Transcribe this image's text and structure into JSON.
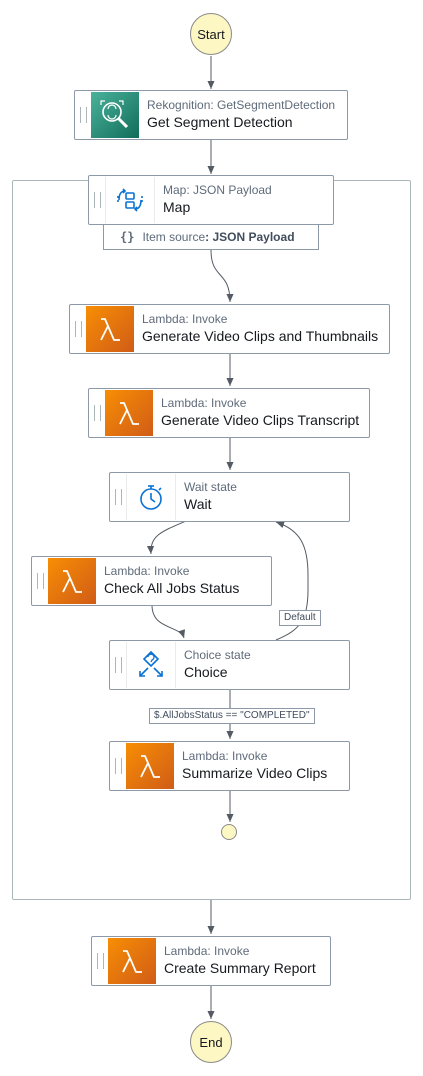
{
  "start_label": "Start",
  "end_label": "End",
  "nodes": {
    "segment": {
      "subtitle": "Rekognition: GetSegmentDetection",
      "title": "Get Segment Detection",
      "icon": "rekognition-icon"
    },
    "map": {
      "subtitle": "Map: JSON Payload",
      "title": "Map",
      "icon": "map-state-icon"
    },
    "item_source": {
      "prefix": "Item source",
      "value": ": JSON Payload",
      "icon": "json-braces-icon"
    },
    "gen_clips": {
      "subtitle": "Lambda: Invoke",
      "title": "Generate Video Clips and Thumbnails",
      "icon": "lambda-icon"
    },
    "gen_transcript": {
      "subtitle": "Lambda: Invoke",
      "title": "Generate Video Clips Transcript",
      "icon": "lambda-icon"
    },
    "wait": {
      "subtitle": "Wait state",
      "title": "Wait",
      "icon": "stopwatch-icon"
    },
    "check_jobs": {
      "subtitle": "Lambda: Invoke",
      "title": "Check All Jobs Status",
      "icon": "lambda-icon"
    },
    "choice": {
      "subtitle": "Choice state",
      "title": "Choice",
      "icon": "choice-icon"
    },
    "summarize": {
      "subtitle": "Lambda: Invoke",
      "title": "Summarize Video Clips",
      "icon": "lambda-icon"
    },
    "summary_report": {
      "subtitle": "Lambda: Invoke",
      "title": "Create Summary Report",
      "icon": "lambda-icon"
    }
  },
  "edge_labels": {
    "default": "Default",
    "completed": "$.AllJobsStatus == \"COMPLETED\""
  },
  "colors": {
    "lambda_gradient": [
      "#f78e04",
      "#d05c17"
    ],
    "rekognition_gradient": [
      "#4ab29a",
      "#116d5b"
    ],
    "terminal_fill": "#fdf7c3",
    "flow_icon": "#0972d3",
    "edge": "#545b64"
  }
}
